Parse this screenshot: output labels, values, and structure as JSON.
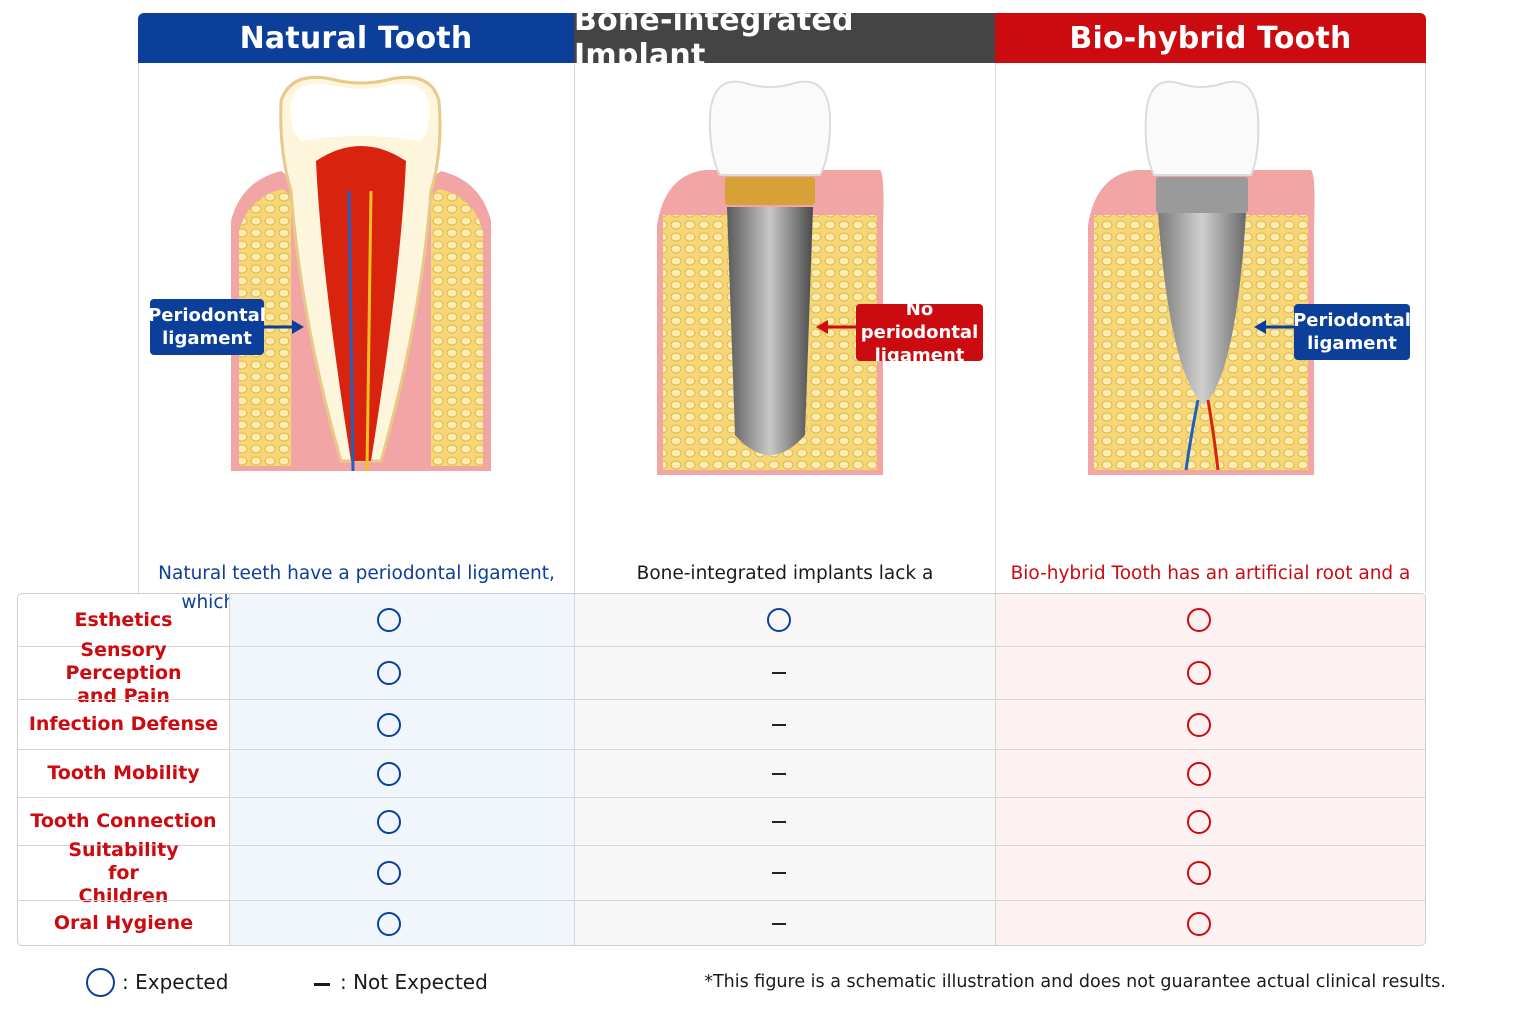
{
  "columns": [
    {
      "title": "Natural Tooth",
      "description": "Natural teeth have a periodontal ligament, which supports the tooth and enables various functions.",
      "callout": "Periodontal ligament",
      "accent": "#0b3f99"
    },
    {
      "title": "Bone-integrated Implant",
      "description": "Bone-integrated implants lack a periodontal ligament and are directly fused to the bone (osseointegration).",
      "callout": "No periodontal ligament",
      "accent": "#444444"
    },
    {
      "title": "Bio-hybrid Tooth",
      "description": "Bio-hybrid Tooth has an artificial root and a periodontal ligament, aiming to achieve a structure and function similar to natural teeth.",
      "callout": "Periodontal ligament",
      "accent": "#cc0b10"
    }
  ],
  "rows": [
    {
      "label": "Esthetics",
      "natural": "expected",
      "implant": "expected",
      "biohybrid": "expected"
    },
    {
      "label": "Sensory Perception and Pain",
      "natural": "expected",
      "implant": "not-expected",
      "biohybrid": "expected"
    },
    {
      "label": "Infection Defense",
      "natural": "expected",
      "implant": "not-expected",
      "biohybrid": "expected"
    },
    {
      "label": "Tooth Mobility",
      "natural": "expected",
      "implant": "not-expected",
      "biohybrid": "expected"
    },
    {
      "label": "Tooth Connection",
      "natural": "expected",
      "implant": "not-expected",
      "biohybrid": "expected"
    },
    {
      "label": "Suitability for Children",
      "natural": "expected",
      "implant": "not-expected",
      "biohybrid": "expected"
    },
    {
      "label": "Oral Hygiene",
      "natural": "expected",
      "implant": "not-expected",
      "biohybrid": "expected"
    }
  ],
  "legend": {
    "expected_label": ": Expected",
    "not_expected_label": ":  Not Expected",
    "expected_symbol": "circle",
    "not_expected_symbol": "dash"
  },
  "disclaimer": "*This figure is a schematic illustration and does not guarantee actual clinical results.",
  "colors": {
    "blue": "#0b3f99",
    "red": "#cc0b10",
    "dark": "#444444"
  }
}
